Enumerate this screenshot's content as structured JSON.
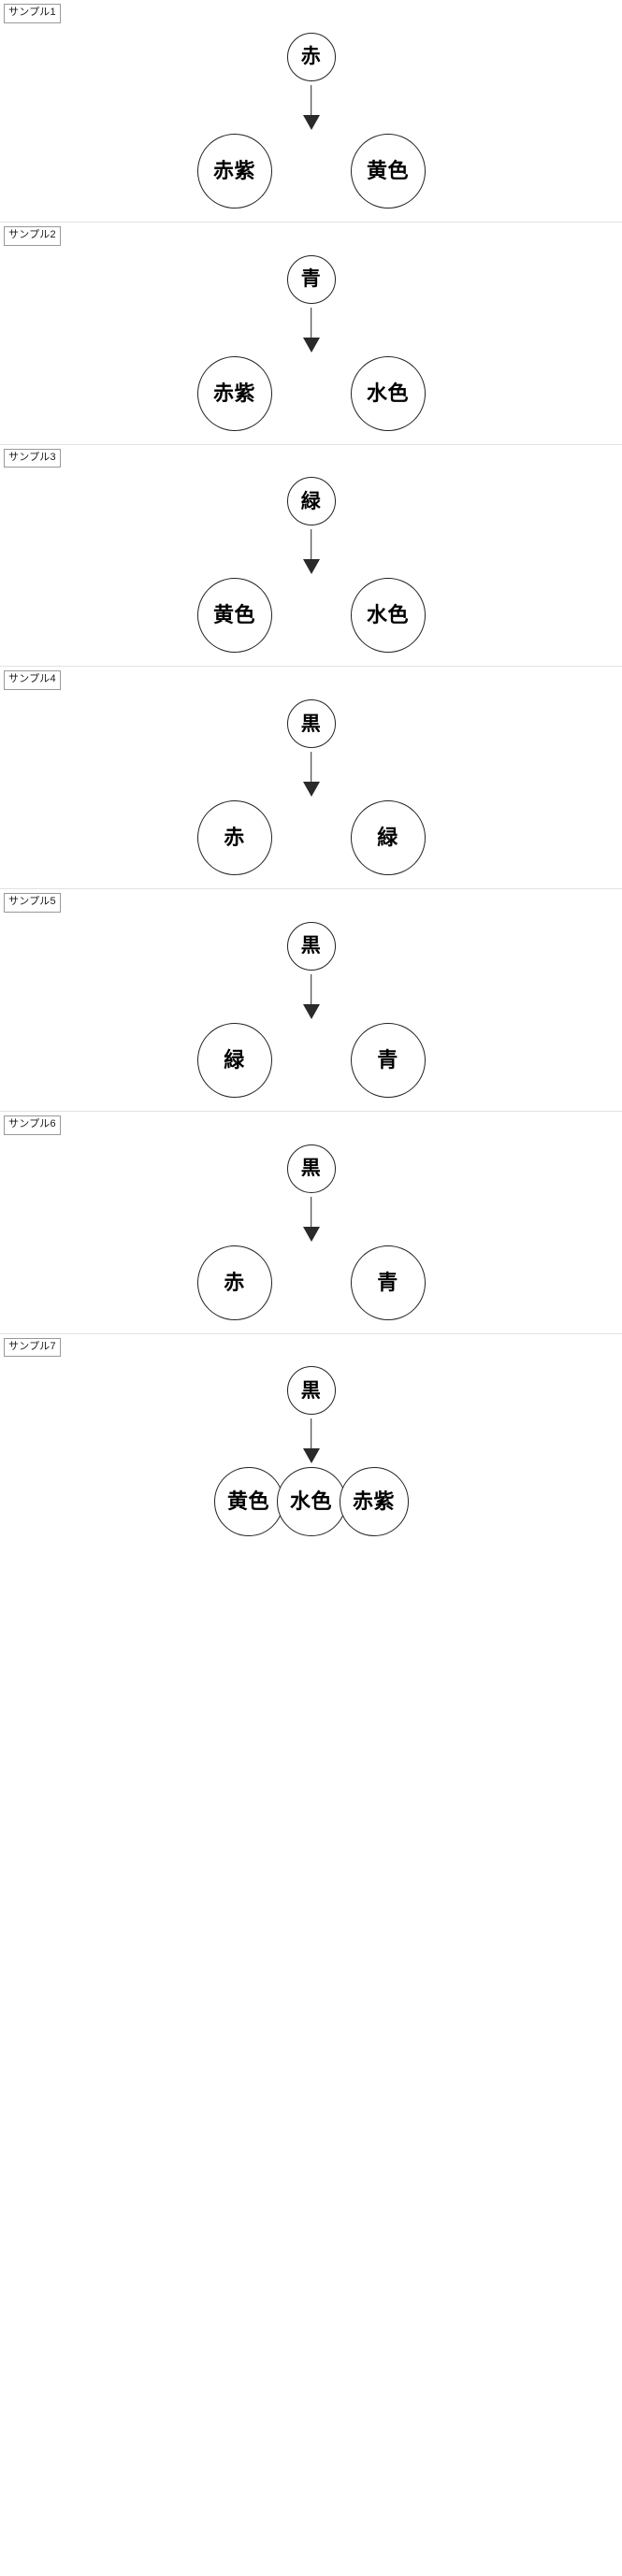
{
  "page": {
    "title": "サンプル図",
    "background_color": "#ffffff",
    "node_border_color": "#222222",
    "arrow_color": "#2a2a2a",
    "divider_color": "#e2e2e2",
    "label_border_color": "#999999"
  },
  "samples": [
    {
      "label": "サンプル1",
      "root": "赤",
      "children": [
        "赤紫",
        "黄色"
      ]
    },
    {
      "label": "サンプル2",
      "root": "青",
      "children": [
        "赤紫",
        "水色"
      ]
    },
    {
      "label": "サンプル3",
      "root": "緑",
      "children": [
        "黄色",
        "水色"
      ]
    },
    {
      "label": "サンプル4",
      "root": "黒",
      "children": [
        "赤",
        "緑"
      ]
    },
    {
      "label": "サンプル5",
      "root": "黒",
      "children": [
        "緑",
        "青"
      ]
    },
    {
      "label": "サンプル6",
      "root": "黒",
      "children": [
        "赤",
        "青"
      ]
    },
    {
      "label": "サンプル7",
      "root": "黒",
      "children": [
        "黄色",
        "水色",
        "赤紫"
      ]
    }
  ],
  "icons": {
    "arrow": "down-arrow-icon"
  }
}
